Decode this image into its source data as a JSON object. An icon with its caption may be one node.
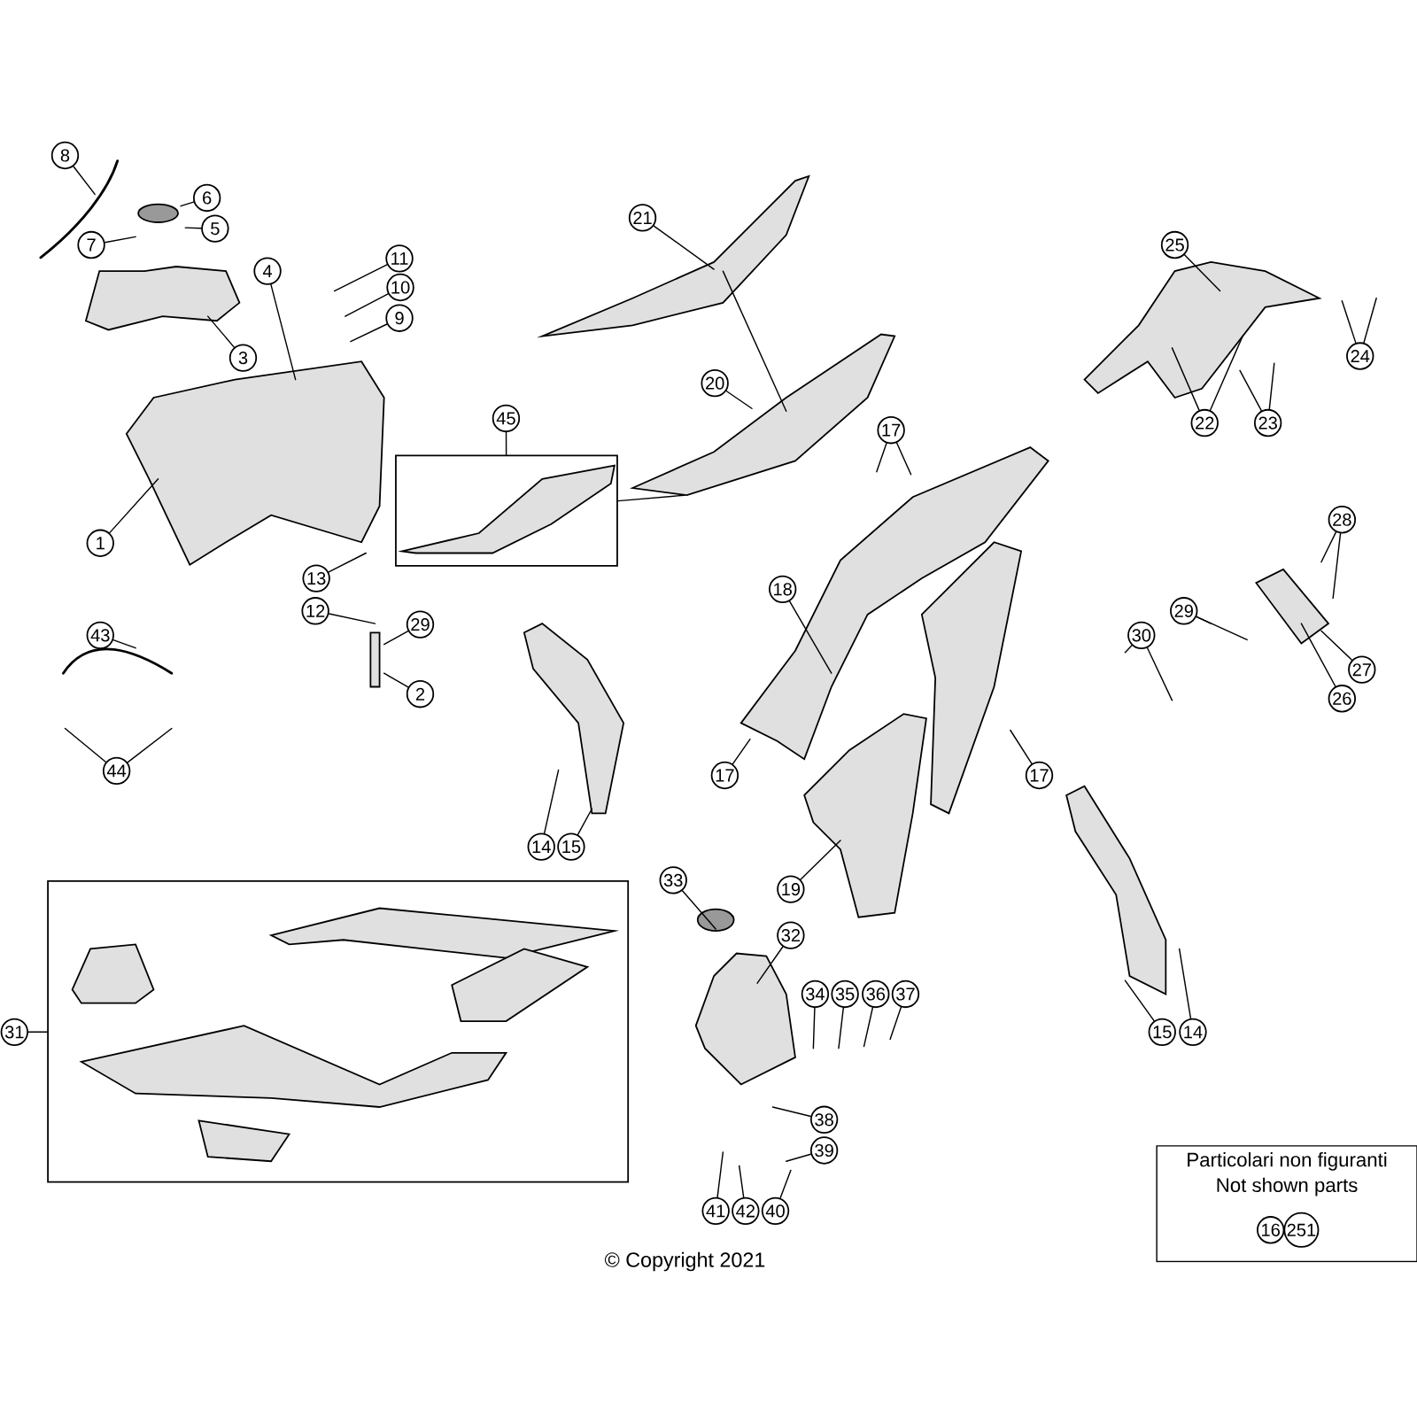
{
  "diagram": {
    "nodes": [
      {
        "text": [
          "8"
        ]
      },
      {
        "text": [
          "6"
        ]
      },
      {
        "text": [
          "5"
        ]
      },
      {
        "text": [
          "7"
        ]
      },
      {
        "text": [
          "3"
        ]
      },
      {
        "text": [
          "4"
        ]
      },
      {
        "text": [
          "11"
        ]
      },
      {
        "text": [
          "10"
        ]
      },
      {
        "text": [
          "9"
        ]
      },
      {
        "text": [
          "1"
        ]
      },
      {
        "text": [
          "13"
        ]
      },
      {
        "text": [
          "12"
        ]
      },
      {
        "text": [
          "29"
        ]
      },
      {
        "text": [
          "2"
        ]
      },
      {
        "text": [
          "43"
        ]
      },
      {
        "text": [
          "44"
        ]
      },
      {
        "text": [
          "21"
        ]
      },
      {
        "text": [
          "20"
        ]
      },
      {
        "text": [
          "45"
        ]
      },
      {
        "text": [
          "25"
        ]
      },
      {
        "text": [
          "24"
        ]
      },
      {
        "text": [
          "22"
        ]
      },
      {
        "text": [
          "23"
        ]
      },
      {
        "text": [
          "17"
        ]
      },
      {
        "text": [
          "18"
        ]
      },
      {
        "text": [
          "28"
        ]
      },
      {
        "text": [
          "29"
        ]
      },
      {
        "text": [
          "30"
        ]
      },
      {
        "text": [
          "27"
        ]
      },
      {
        "text": [
          "26"
        ]
      },
      {
        "text": [
          "17"
        ]
      },
      {
        "text": [
          "17"
        ]
      },
      {
        "text": [
          "14"
        ]
      },
      {
        "text": [
          "15"
        ]
      },
      {
        "text": [
          "19"
        ]
      },
      {
        "text": [
          "33"
        ]
      },
      {
        "text": [
          "32"
        ]
      },
      {
        "text": [
          "31"
        ]
      },
      {
        "text": [
          "34"
        ]
      },
      {
        "text": [
          "35"
        ]
      },
      {
        "text": [
          "36"
        ]
      },
      {
        "text": [
          "37"
        ]
      },
      {
        "text": [
          "15"
        ]
      },
      {
        "text": [
          "14"
        ]
      },
      {
        "text": [
          "38"
        ]
      },
      {
        "text": [
          "39"
        ]
      },
      {
        "text": [
          "41"
        ]
      },
      {
        "text": [
          "42"
        ]
      },
      {
        "text": [
          "40"
        ]
      },
      {
        "text": [],
        "shape": "box"
      },
      {
        "text": [],
        "shape": "box"
      },
      {
        "text": [
          "Particolari non figuranti",
          "Not shown parts"
        ]
      },
      {
        "text": [
          "16"
        ],
        "in": 51
      },
      {
        "text": [
          "251"
        ],
        "in": 51
      }
    ],
    "edges": [
      {
        "from": 0,
        "to": null,
        "arrow": "none"
      },
      {
        "from": 1,
        "to": null,
        "arrow": "none"
      },
      {
        "from": 2,
        "to": null,
        "arrow": "none"
      },
      {
        "from": 3,
        "to": null,
        "arrow": "none"
      },
      {
        "from": 4,
        "to": null,
        "arrow": "none"
      },
      {
        "from": 5,
        "to": null,
        "arrow": "none"
      },
      {
        "from": 6,
        "to": null,
        "arrow": "none"
      },
      {
        "from": 7,
        "to": null,
        "arrow": "none"
      },
      {
        "from": 8,
        "to": null,
        "arrow": "none"
      },
      {
        "from": 9,
        "to": null,
        "arrow": "none"
      },
      {
        "from": 10,
        "to": null,
        "arrow": "none"
      },
      {
        "from": 11,
        "to": null,
        "arrow": "none"
      },
      {
        "from": 12,
        "to": null,
        "arrow": "none"
      },
      {
        "from": 13,
        "to": null,
        "arrow": "none"
      },
      {
        "from": 14,
        "to": null,
        "arrow": "none"
      },
      {
        "from": 15,
        "to": null,
        "arrow": "none"
      },
      {
        "from": 15,
        "to": null,
        "arrow": "none"
      },
      {
        "from": 16,
        "to": null,
        "arrow": "none"
      },
      {
        "from": 17,
        "to": null,
        "arrow": "none"
      },
      {
        "from": 18,
        "to": 49,
        "arrow": "none"
      },
      {
        "from": 49,
        "to": null,
        "arrow": "none"
      },
      {
        "from": 19,
        "to": null,
        "arrow": "none"
      },
      {
        "from": 20,
        "to": null,
        "arrow": "none"
      },
      {
        "from": 20,
        "to": null,
        "arrow": "none"
      },
      {
        "from": 21,
        "to": null,
        "arrow": "none"
      },
      {
        "from": 21,
        "to": null,
        "arrow": "none"
      },
      {
        "from": 22,
        "to": null,
        "arrow": "none"
      },
      {
        "from": 22,
        "to": null,
        "arrow": "none"
      },
      {
        "from": 23,
        "to": null,
        "arrow": "none"
      },
      {
        "from": 23,
        "to": null,
        "arrow": "none"
      },
      {
        "from": 24,
        "to": null,
        "arrow": "none"
      },
      {
        "from": 25,
        "to": null,
        "arrow": "none"
      },
      {
        "from": 25,
        "to": null,
        "arrow": "none"
      },
      {
        "from": 26,
        "to": null,
        "arrow": "none"
      },
      {
        "from": 26,
        "to": null,
        "arrow": "none"
      },
      {
        "from": 27,
        "to": null,
        "arrow": "none"
      },
      {
        "from": 27,
        "to": null,
        "arrow": "none"
      },
      {
        "from": 28,
        "to": null,
        "arrow": "none"
      },
      {
        "from": 29,
        "to": null,
        "arrow": "none"
      },
      {
        "from": 30,
        "to": null,
        "arrow": "none"
      },
      {
        "from": 31,
        "to": null,
        "arrow": "none"
      },
      {
        "from": 32,
        "to": null,
        "arrow": "none"
      },
      {
        "from": 33,
        "to": null,
        "arrow": "none"
      },
      {
        "from": 34,
        "to": null,
        "arrow": "none"
      },
      {
        "from": 35,
        "to": null,
        "arrow": "none"
      },
      {
        "from": 36,
        "to": null,
        "arrow": "none"
      },
      {
        "from": 37,
        "to": 50,
        "arrow": "none"
      },
      {
        "from": 38,
        "to": null,
        "arrow": "none"
      },
      {
        "from": 39,
        "to": null,
        "arrow": "none"
      },
      {
        "from": 40,
        "to": null,
        "arrow": "none"
      },
      {
        "from": 41,
        "to": null,
        "arrow": "none"
      },
      {
        "from": 42,
        "to": null,
        "arrow": "none"
      },
      {
        "from": 43,
        "to": null,
        "arrow": "none"
      },
      {
        "from": 44,
        "to": null,
        "arrow": "none"
      },
      {
        "from": 45,
        "to": null,
        "arrow": "none"
      },
      {
        "from": 46,
        "to": null,
        "arrow": "none"
      },
      {
        "from": 47,
        "to": null,
        "arrow": "none"
      },
      {
        "from": 48,
        "to": null,
        "arrow": "none"
      }
    ],
    "labels": [
      "© Copyright 2021"
    ]
  }
}
